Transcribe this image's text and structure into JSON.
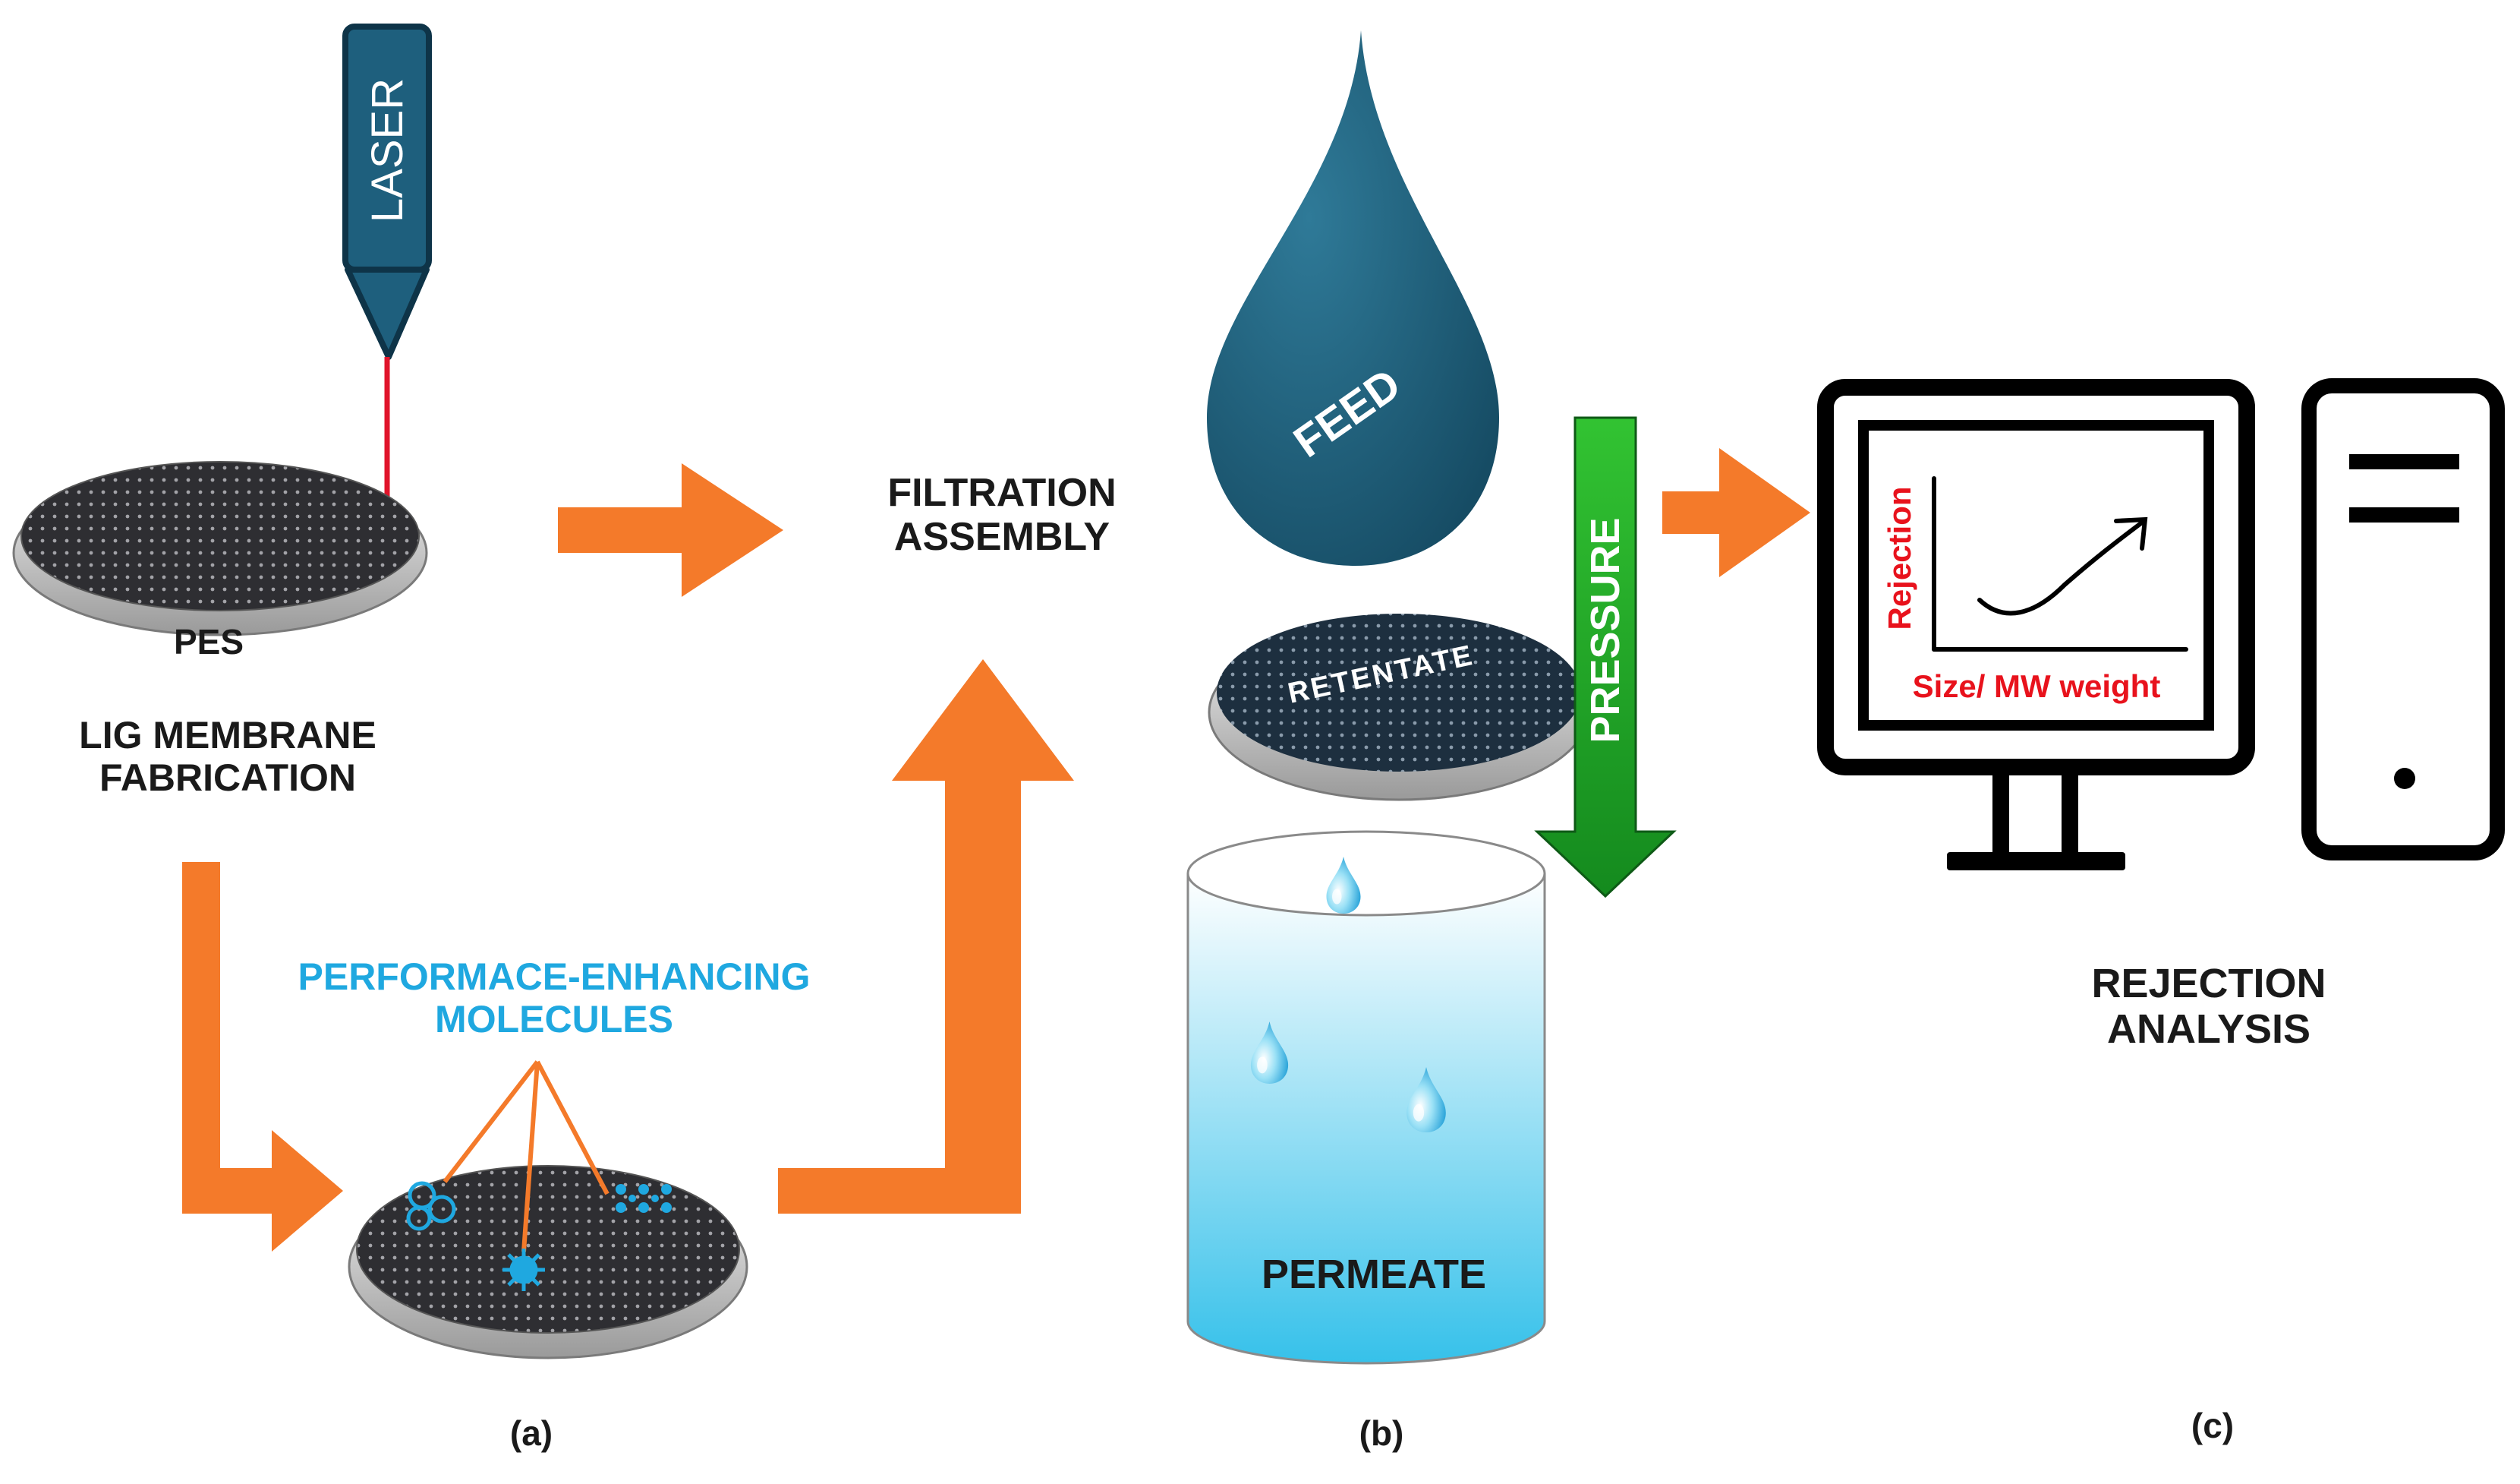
{
  "panel_a": {
    "laser_label": "LASER",
    "substrate_label": "PES",
    "title_lines": [
      "LIG MEMBRANE",
      "FABRICATION"
    ],
    "molecules_lines": [
      "PERFORMACE-ENHANCING",
      "MOLECULES"
    ],
    "caption": "(a)"
  },
  "panel_b": {
    "assembly_lines": [
      "FILTRATION",
      "ASSEMBLY"
    ],
    "feed_label": "FEED",
    "retentate_label": "RETENTATE",
    "pressure_label": "PRESSURE",
    "permeate_label": "PERMEATE",
    "caption": "(b)"
  },
  "panel_c": {
    "y_axis_label": "Rejection",
    "x_axis_label": "Size/ MW weight",
    "title_lines": [
      "REJECTION",
      "ANALYSIS"
    ],
    "caption": "(c)"
  },
  "colors": {
    "arrow_orange": "#f47a2a",
    "laser_teal": "#1e5f7d",
    "laser_beam": "#e0142b",
    "feed_blue": "#1c5c78",
    "pressure_green": "#27ae2f",
    "molecules_text": "#1fa8e0",
    "chart_text": "#e8121c",
    "permeate_water": "#3cc3ea"
  }
}
